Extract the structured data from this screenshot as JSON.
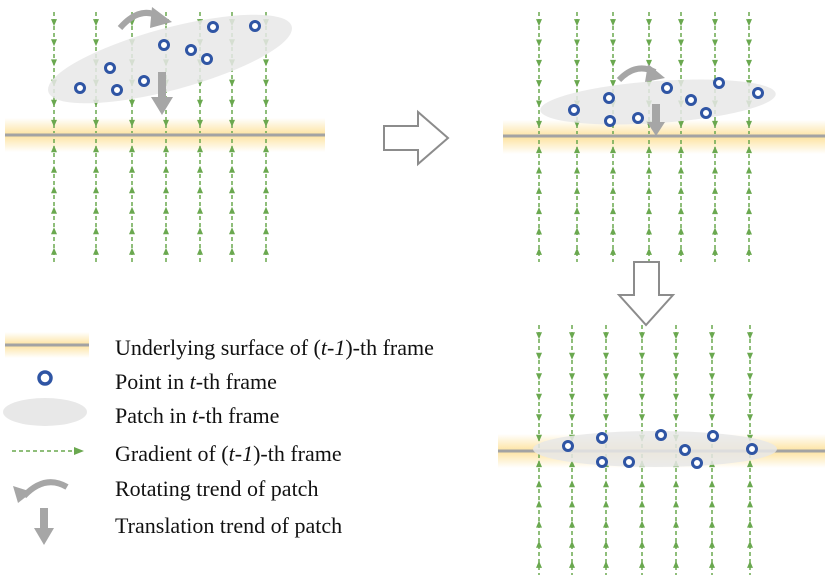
{
  "legend": {
    "surface": {
      "pre": "Underlying surface of (",
      "ital": "t-1",
      "post": ")-th frame"
    },
    "point": {
      "pre": "Point in ",
      "ital": "t",
      "post": "-th frame"
    },
    "patch": {
      "pre": "Patch in ",
      "ital": "t",
      "post": "-th frame"
    },
    "gradient": {
      "pre": "Gradient of (",
      "ital": "t-1",
      "post": ")-th frame"
    },
    "rotating": "Rotating trend of patch",
    "translation": "Translation trend of patch"
  },
  "colors": {
    "surface_line": "#a3a3a3",
    "surface_glow": "#fde3a0",
    "gradient_arrow": "#6aa84f",
    "point_ring": "#2f55a4",
    "patch_fill": "#e8e8e8",
    "trend_arrow": "#a6a6a6"
  },
  "icons": [
    "block-arrow-right-icon",
    "block-arrow-down-icon",
    "curved-arrow-icon",
    "down-arrow-icon"
  ]
}
